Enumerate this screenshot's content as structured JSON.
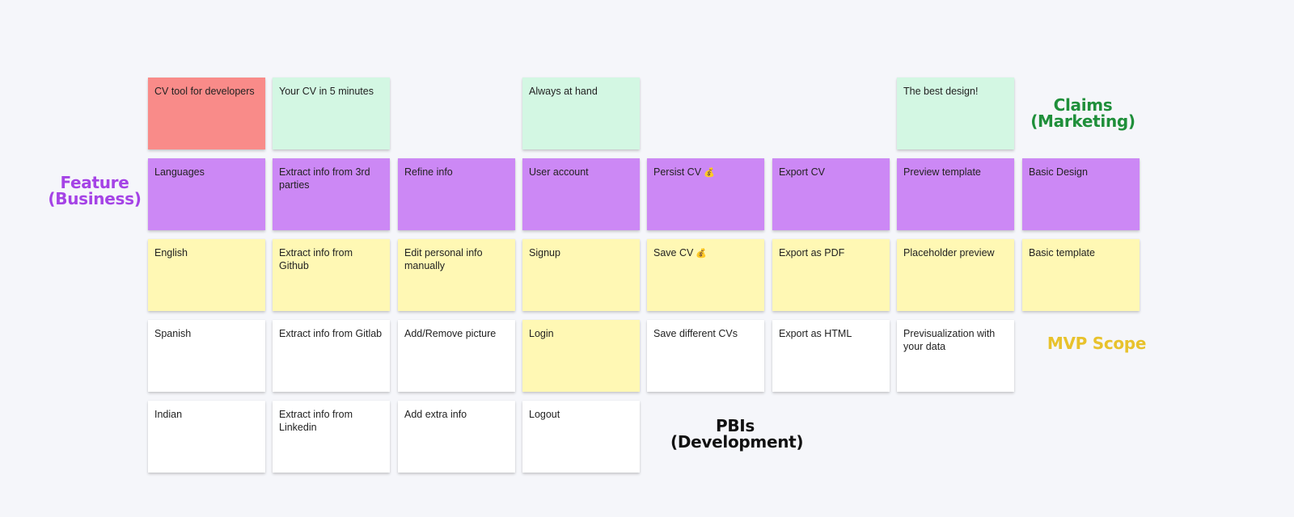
{
  "colors": {
    "background": "#f5f6fa",
    "red": "#f98b89",
    "green": "#d3f7e3",
    "purple": "#cc88f5",
    "yellow": "#fff8b4",
    "white": "#ffffff",
    "label_claims": "#1f8f3a",
    "label_feature": "#a543e6",
    "label_mvp": "#e8c22c",
    "label_pbis": "#111111"
  },
  "labels": {
    "claims": {
      "line1": "Claims",
      "line2": "(Marketing)"
    },
    "feature": {
      "line1": "Feature",
      "line2": "(Business)"
    },
    "mvp": {
      "line1": "MVP Scope"
    },
    "pbis": {
      "line1": "PBIs",
      "line2": "(Development)"
    }
  },
  "notes": {
    "claim_cv_tool": {
      "text": "CV tool for developers",
      "color": "red"
    },
    "claim_5_minutes": {
      "text": "Your CV in 5 minutes",
      "color": "green"
    },
    "claim_always_hand": {
      "text": "Always at hand",
      "color": "green"
    },
    "claim_best_design": {
      "text": "The best design!",
      "color": "green"
    },
    "feat_languages": {
      "text": "Languages",
      "color": "purple"
    },
    "feat_extract": {
      "text": "Extract info from 3rd parties",
      "color": "purple"
    },
    "feat_refine": {
      "text": "Refine info",
      "color": "purple"
    },
    "feat_account": {
      "text": "User account",
      "color": "purple"
    },
    "feat_persist": {
      "text": "Persist CV",
      "emoji": "💰",
      "color": "purple"
    },
    "feat_export": {
      "text": "Export CV",
      "color": "purple"
    },
    "feat_preview": {
      "text": "Preview template",
      "color": "purple"
    },
    "feat_design": {
      "text": "Basic Design",
      "color": "purple"
    },
    "pbi_english": {
      "text": "English",
      "color": "yellow"
    },
    "pbi_github": {
      "text": "Extract info from Github",
      "color": "yellow"
    },
    "pbi_edit_manual": {
      "text": "Edit personal info manually",
      "color": "yellow"
    },
    "pbi_signup": {
      "text": "Signup",
      "color": "yellow"
    },
    "pbi_save_cv": {
      "text": "Save CV",
      "emoji": "💰",
      "color": "yellow"
    },
    "pbi_export_pdf": {
      "text": "Export as PDF",
      "color": "yellow"
    },
    "pbi_placeholder_preview": {
      "text": "Placeholder preview",
      "color": "yellow"
    },
    "pbi_basic_template": {
      "text": "Basic template",
      "color": "yellow"
    },
    "pbi_spanish": {
      "text": "Spanish",
      "color": "white"
    },
    "pbi_gitlab": {
      "text": "Extract info from Gitlab",
      "color": "white"
    },
    "pbi_picture": {
      "text": "Add/Remove picture",
      "color": "white"
    },
    "pbi_login": {
      "text": "Login",
      "color": "yellow"
    },
    "pbi_save_different": {
      "text": "Save different CVs",
      "color": "white"
    },
    "pbi_export_html": {
      "text": "Export as HTML",
      "color": "white"
    },
    "pbi_previsualization": {
      "text": "Previsualization with your data",
      "color": "white"
    },
    "pbi_indian": {
      "text": "Indian",
      "color": "white"
    },
    "pbi_linkedin": {
      "text": "Extract info from Linkedin",
      "color": "white"
    },
    "pbi_extra_info": {
      "text": "Add extra info",
      "color": "white"
    },
    "pbi_logout": {
      "text": "Logout",
      "color": "white"
    }
  }
}
